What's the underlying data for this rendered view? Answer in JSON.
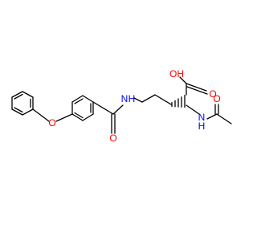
{
  "molecule": {
    "atom_labels": {
      "ether_oxygen": "O",
      "amide_nitrogen": "N",
      "amide_hydrogen": "H",
      "amide_oxygen": "O",
      "acid_hydroxyl": "OH",
      "acid_oxygen": "O",
      "acetamide_nitrogen": "N",
      "acetamide_hydrogen": "H",
      "acetyl_oxygen": "O"
    },
    "colors": {
      "bond": "#000000",
      "oxygen": "#ff0000",
      "nitrogen": "#0000ff"
    }
  }
}
